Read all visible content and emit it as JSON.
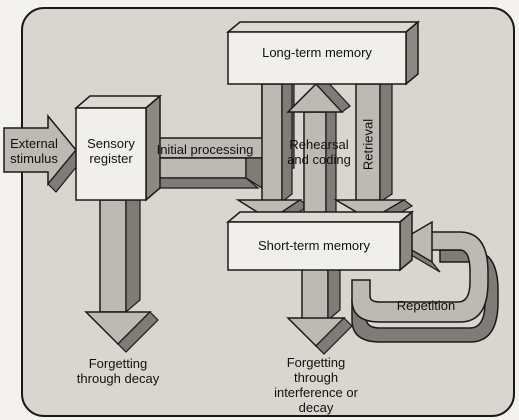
{
  "labels": {
    "external_stimulus": "External stimulus",
    "sensory_register": "Sensory register",
    "initial_processing": "Initial processing",
    "long_term_memory": "Long-term memory",
    "rehearsal_and_coding": "Rehearsal and coding",
    "retrieval": "Retrieval",
    "short_term_memory": "Short-term memory",
    "repetition": "Repetition",
    "forgetting_decay": "Forgetting through decay",
    "forgetting_interference": "Forgetting through interference or decay"
  },
  "colors": {
    "panel": "#d9d6d0",
    "box_face": "#f1efeb",
    "box_top": "#dddad4",
    "box_side": "#8c8882",
    "arrow_face": "#bdb9b3",
    "arrow_dark": "#7f7b76",
    "outline": "#1a1a1a"
  }
}
